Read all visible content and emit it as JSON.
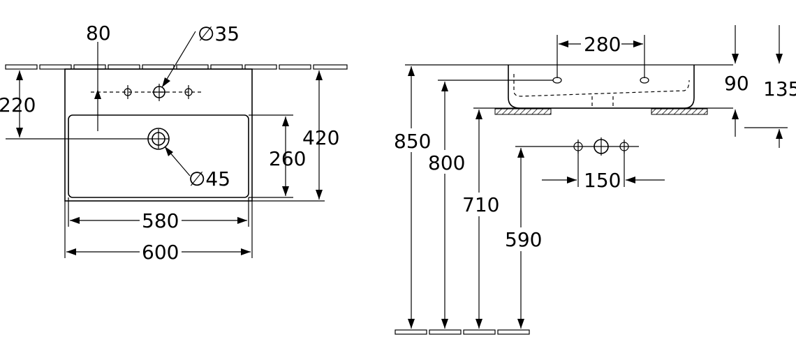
{
  "dimensions": {
    "tap_offset": "80",
    "tap_hole_diameter": "∅35",
    "waste_hole_diameter": "∅45",
    "height_220": "220",
    "depth_420": "420",
    "bowl_depth_260": "260",
    "bowl_width_580": "580",
    "total_width_600": "600",
    "hole_spacing_280": "280",
    "height_90": "90",
    "height_135": "135",
    "height_850": "850",
    "height_800": "800",
    "height_710": "710",
    "height_590": "590",
    "spacing_150": "150"
  }
}
